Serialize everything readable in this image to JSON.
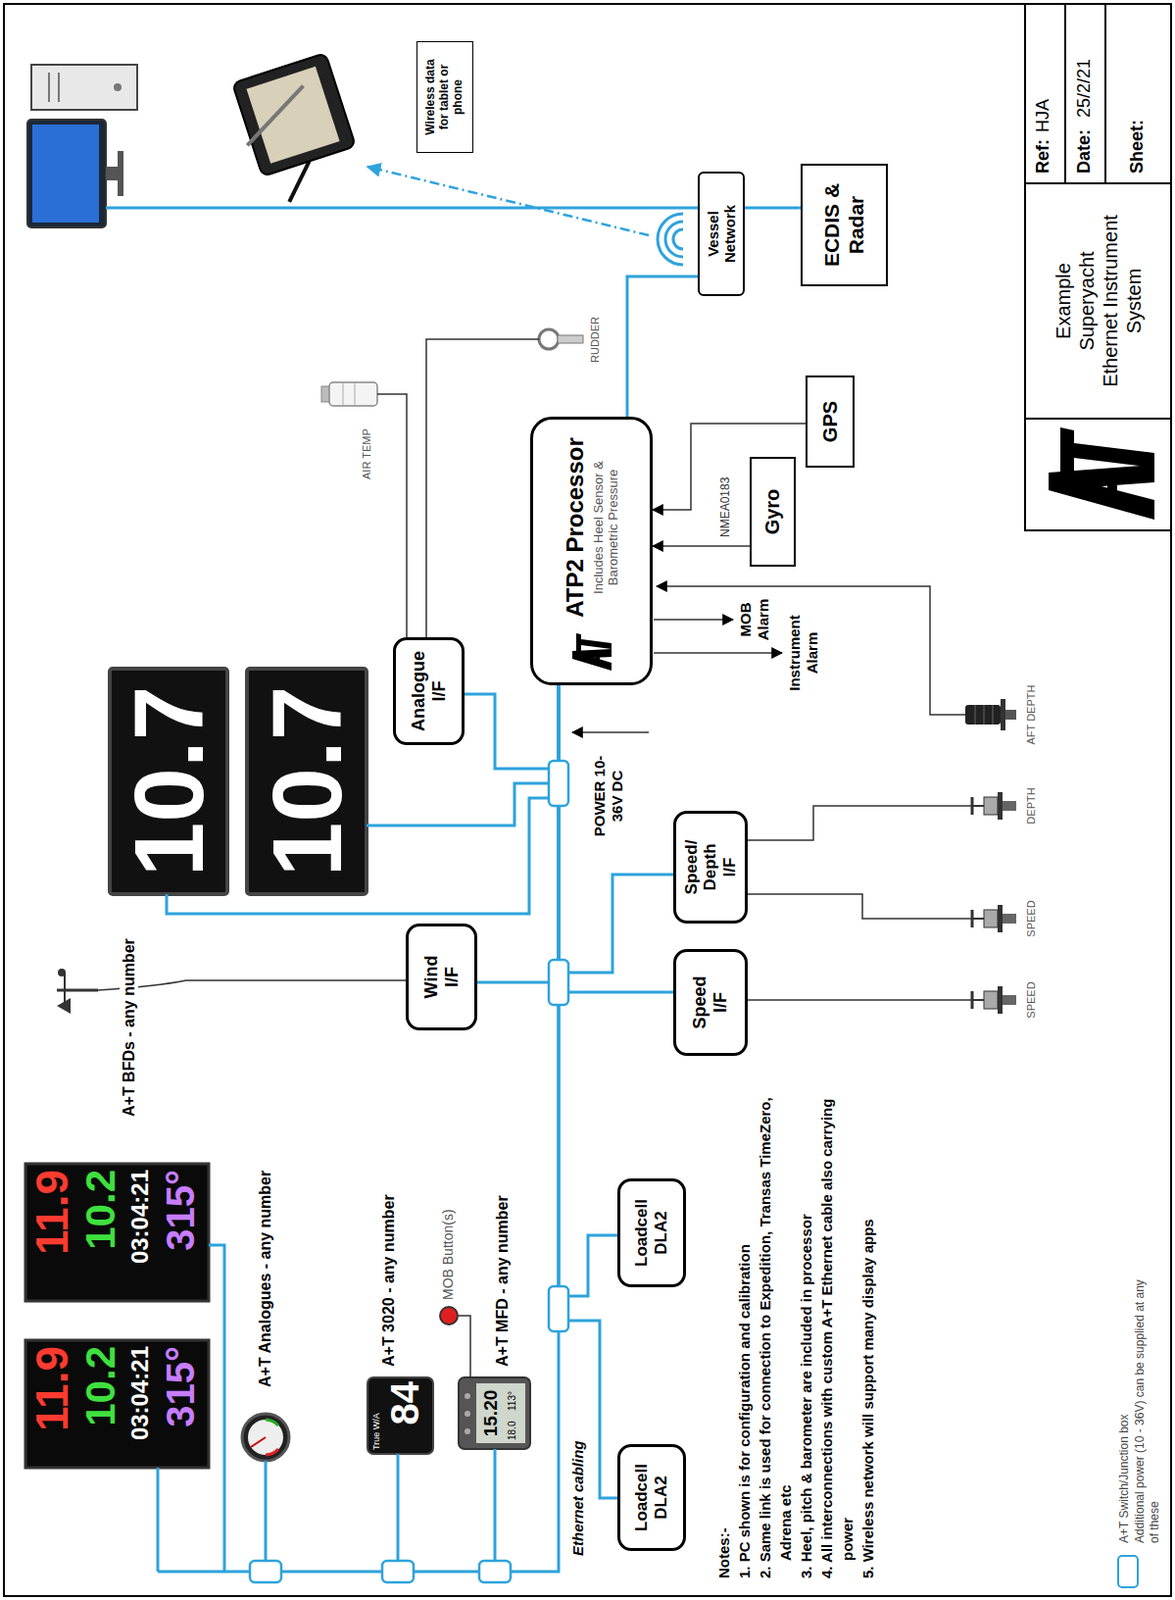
{
  "diagram": {
    "title": "Example Superyacht Ethernet Instrument System",
    "nodes": [
      {
        "text": [
          "Wireless data for tablet or phone"
        ]
      },
      {
        "text": [
          "Vessel Network"
        ]
      },
      {
        "text": [
          "ECDIS & Radar"
        ]
      },
      {
        "text": [
          "ATP2 Processor",
          "Includes Heel Sensor & Barometric Pressure"
        ]
      },
      {
        "text": [
          "GPS"
        ]
      },
      {
        "text": [
          "Gyro"
        ]
      },
      {
        "text": [
          "Analogue I/F"
        ]
      },
      {
        "text": [
          "Wind I/F"
        ]
      },
      {
        "text": [
          "Speed/ Depth I/F"
        ]
      },
      {
        "text": [
          "Speed I/F"
        ]
      },
      {
        "text": [
          "Loadcell DLA2"
        ]
      },
      {
        "text": [
          "Loadcell DLA2"
        ]
      }
    ],
    "edges": [
      {
        "from": 6,
        "to": 3,
        "arrow": "none"
      },
      {
        "from": 7,
        "to": 3,
        "arrow": "none"
      },
      {
        "from": 8,
        "to": 3,
        "arrow": "none"
      },
      {
        "from": 9,
        "to": 3,
        "arrow": "none"
      },
      {
        "from": 10,
        "to": 3,
        "arrow": "none"
      },
      {
        "from": 11,
        "to": 3,
        "arrow": "none"
      },
      {
        "from": 3,
        "to": 1,
        "arrow": "none"
      },
      {
        "from": 1,
        "to": 2,
        "arrow": "none"
      },
      {
        "from": 4,
        "to": 3,
        "arrow": "to"
      },
      {
        "from": 5,
        "to": 3,
        "arrow": "to"
      }
    ],
    "labels": [
      "A+T BFDs - any number",
      "10.7",
      "10.7",
      "11.9",
      "10.2",
      "03:04:21",
      "315°",
      "11.9",
      "10.2",
      "03:04:21",
      "315°",
      "A+T Analogues - any number",
      "True W/A",
      "84",
      "A+T 3020 - any number",
      "MOB Button(s)",
      "15.20",
      "18.0",
      "113°",
      "A+T MFD - any number",
      "Ethernet cabling",
      "AIR TEMP",
      "RUDDER",
      "POWER 10-36V DC",
      "MOB Alarm",
      "Instrument Alarm",
      "NMEA0183",
      "SPEED",
      "SPEED",
      "DEPTH",
      "AFT DEPTH",
      "Notes:-",
      "1. PC shown is for configuration and calibration",
      "2. Same link is used for connection to Expedition, Transas TimeZero, Adrena etc",
      "3. Heel, pitch & barometer are included in processor",
      "4. All interconnections with custom A+T Ethernet cable also carrying power",
      "5. Wireless network will support many display apps",
      "Additional power (10 - 36V) can be supplied at any of these",
      "Ref:",
      "HJA",
      "Date:",
      "25/2/21",
      "Sheet:"
    ],
    "legend": [
      {
        "text": "A+T Switch/Junction box"
      }
    ]
  }
}
